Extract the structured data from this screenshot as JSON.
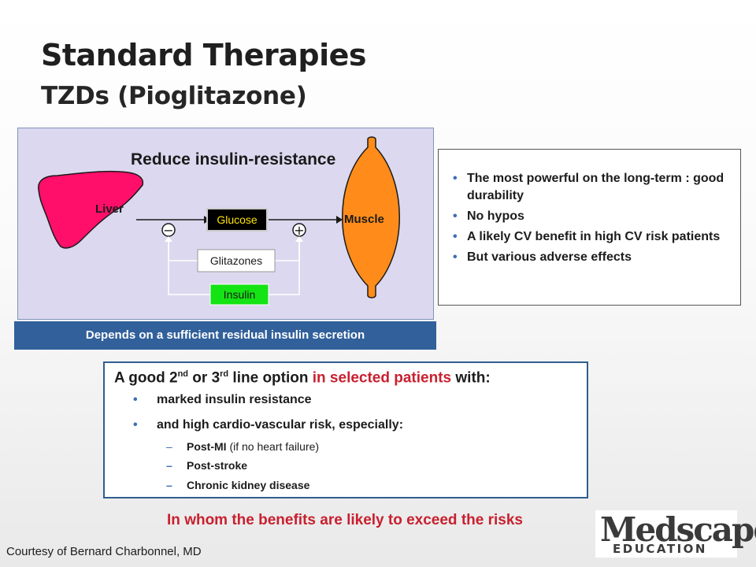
{
  "slide": {
    "title": "Standard Therapies",
    "subtitle": "TZDs (Pioglitazone)"
  },
  "diagram": {
    "heading": "Reduce insulin-resistance",
    "liver_label": "Liver",
    "muscle_label": "Muscle",
    "glucose_label": "Glucose",
    "glitazones_label": "Glitazones",
    "insulin_label": "Insulin",
    "minus_sign": "−",
    "plus_sign": "+",
    "colors": {
      "liver": "#ff0f6a",
      "muscle": "#ff8c1a",
      "glucose_box": "#000000",
      "insulin_box": "#14e314",
      "background": "#dcd8ef"
    }
  },
  "caption": "Depends on a sufficient residual insulin secretion",
  "benefits": [
    "The most powerful on the long-term : good durability",
    "No hypos",
    "A likely CV benefit in high CV risk patients",
    "But various adverse effects"
  ],
  "indications": {
    "lead_a": "A good 2",
    "sup_nd": "nd",
    "lead_b": " or 3",
    "sup_rd": "rd",
    "lead_c": " line option ",
    "lead_highlight": "in selected patients",
    "lead_d": " with:",
    "items": [
      "marked insulin resistance",
      "and high cardio-vascular risk, especially:"
    ],
    "sub1_bold": "Post-MI",
    "sub1_rest": " (if no heart failure)",
    "sub2": "Post-stroke",
    "sub3": "Chronic kidney disease"
  },
  "conclusion": "In whom the benefits are likely to exceed the risks",
  "courtesy": "Courtesy of Bernard Charbonnel, MD",
  "logo": {
    "word": "Medscape",
    "tagline": "EDUCATION"
  }
}
